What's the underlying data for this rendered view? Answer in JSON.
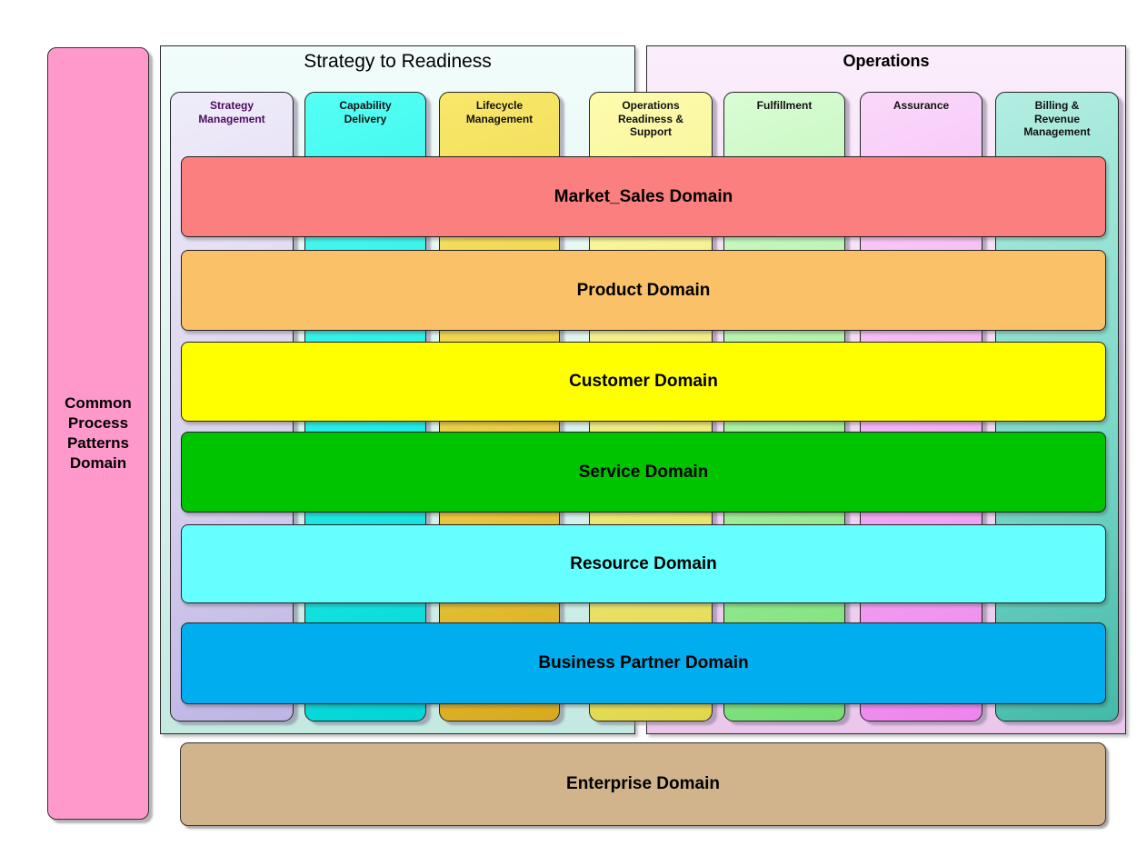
{
  "diagram": {
    "title_note": "eTOM-style process framework map",
    "left_panel": {
      "label": "Common\nProcess\nPatterns\nDomain",
      "color": "#FF99CC"
    },
    "sections": [
      {
        "id": "strategy_to_readiness",
        "title": "Strategy to Readiness",
        "background": "#D9F1EC"
      },
      {
        "id": "operations",
        "title": "Operations",
        "background": "#F3D9F3"
      }
    ],
    "columns": [
      {
        "label": "Strategy\nManagement",
        "color": "#D9D2EE",
        "text_color": "#4B0C5F"
      },
      {
        "label": "Capability\nDelivery",
        "color": "#22EBE6",
        "text_color": "#000000"
      },
      {
        "label": "Lifecycle\nManagement",
        "color": "#EBCD45",
        "text_color": "#000000"
      },
      {
        "label": "Operations\nReadiness &\nSupport",
        "color": "#F0E97E",
        "text_color": "#000000"
      },
      {
        "label": "Fulfillment",
        "color": "#A8EF9F",
        "text_color": "#000000"
      },
      {
        "label": "Assurance",
        "color": "#F3AEF3",
        "text_color": "#000000"
      },
      {
        "label": "Billing &\nRevenue\nManagement",
        "color": "#7CD8C8",
        "text_color": "#000000"
      }
    ],
    "domain_bars": [
      {
        "label": "Market_Sales Domain",
        "color": "#FC7F7F"
      },
      {
        "label": "Product Domain",
        "color": "#FBC169"
      },
      {
        "label": "Customer Domain",
        "color": "#FFFF00"
      },
      {
        "label": "Service Domain",
        "color": "#00C400"
      },
      {
        "label": "Resource Domain",
        "color": "#66FFFF"
      },
      {
        "label": "Business Partner Domain",
        "color": "#00AEEF"
      }
    ],
    "bottom_bar": {
      "label": "Enterprise Domain",
      "color": "#D2B48C"
    }
  }
}
